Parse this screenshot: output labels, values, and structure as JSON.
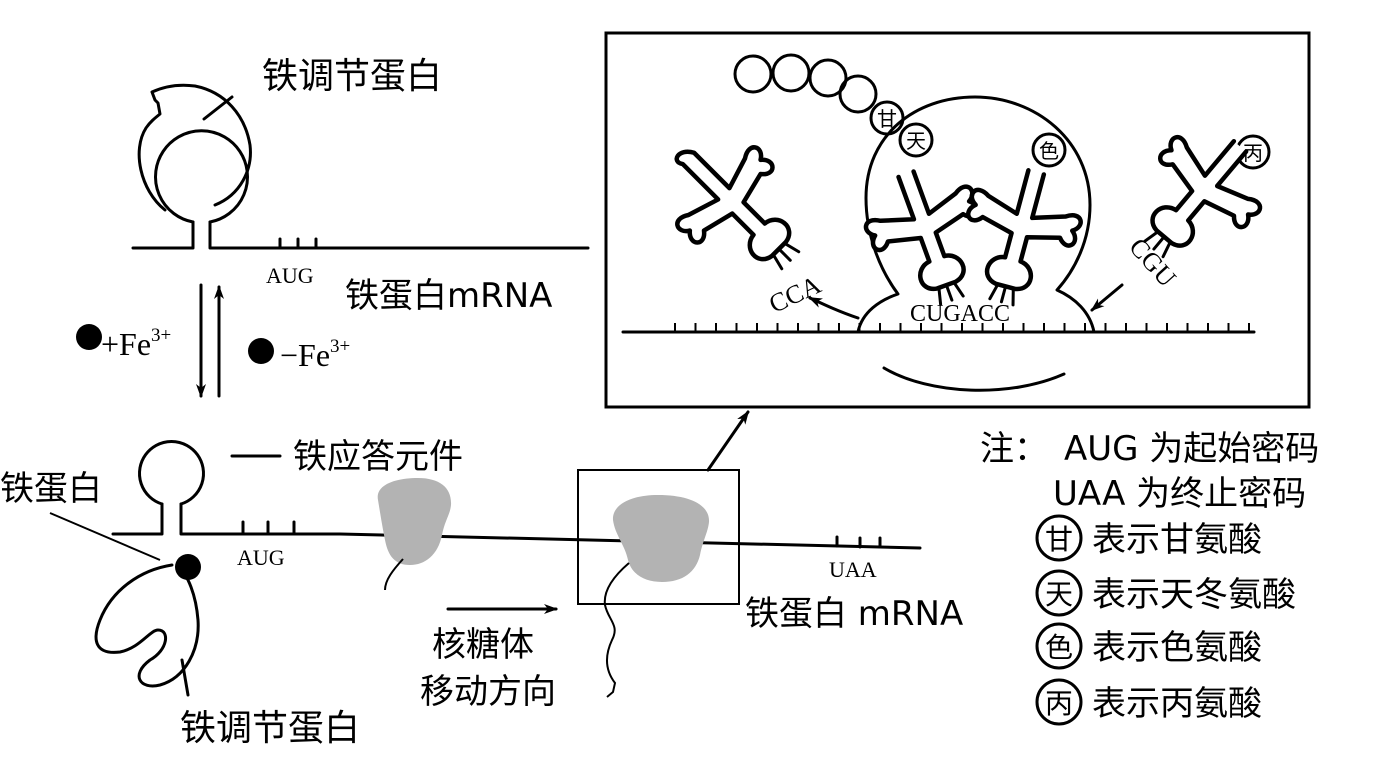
{
  "labels": {
    "iron_regulatory_protein_top": "铁调节蛋白",
    "ferritin_mrna_top": "铁蛋白mRNA",
    "aug_top": "AUG",
    "plus_fe": "+Fe",
    "minus_fe": "−Fe",
    "fe_charge": "3+",
    "iron_response_element": "铁应答元件",
    "ferritin": "铁蛋白",
    "aug_bottom": "AUG",
    "iron_regulatory_protein_bottom": "铁调节蛋白",
    "ribosome_direction_line1": "核糖体",
    "ribosome_direction_line2": "移动方向",
    "uaa": "UAA",
    "ferritin_mrna_bottom": "铁蛋白 mRNA"
  },
  "inset": {
    "anticodon_leaving": "CCA",
    "codons_in_ribosome": "CUGACC",
    "anticodon_entering": "CGU",
    "amino_acids": {
      "gly": "甘",
      "asp": "天",
      "trp": "色",
      "ala": "丙"
    }
  },
  "notes": {
    "prefix": "注：",
    "lines": [
      "AUG 为起始密码",
      "UAA 为终止密码"
    ],
    "legend": [
      {
        "symbol": "甘",
        "text": "表示甘氨酸"
      },
      {
        "symbol": "天",
        "text": "表示天冬氨酸"
      },
      {
        "symbol": "色",
        "text": "表示色氨酸"
      },
      {
        "symbol": "丙",
        "text": "表示丙氨酸"
      }
    ]
  },
  "colors": {
    "ribosome_fill": "#b3b3b3",
    "line": "#000000"
  }
}
